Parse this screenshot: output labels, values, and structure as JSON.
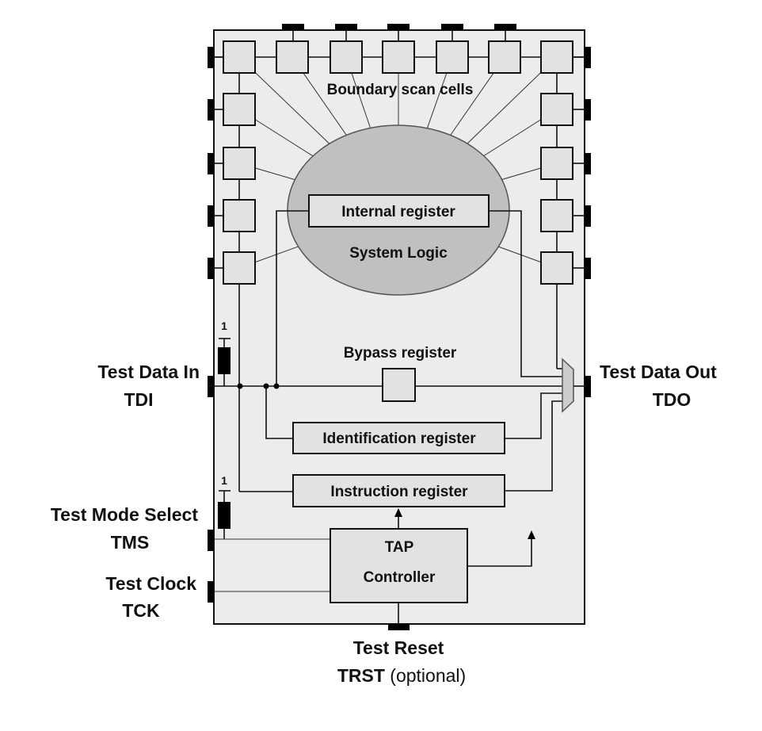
{
  "chip": {
    "boundary_label": "Boundary scan cells",
    "system_logic_label": "System Logic",
    "internal_register_label": "Internal register",
    "bypass_register_label": "Bypass register",
    "identification_register_label": "Identification register",
    "instruction_register_label": "Instruction register",
    "tap_controller_line1": "TAP",
    "tap_controller_line2": "Controller",
    "pullup_tdi_label": "1",
    "pullup_tms_label": "1"
  },
  "pins": {
    "tdi": {
      "name": "Test Data In",
      "abbr": "TDI"
    },
    "tdo": {
      "name": "Test Data Out",
      "abbr": "TDO"
    },
    "tms": {
      "name": "Test Mode Select",
      "abbr": "TMS"
    },
    "tck": {
      "name": "Test Clock",
      "abbr": "TCK"
    },
    "trst": {
      "name": "Test Reset",
      "abbr": "TRST",
      "note": "(optional)"
    }
  },
  "colors": {
    "chip_fill": "#ececec",
    "cell_fill": "#e2e2e2",
    "logic_fill": "#c0c0c0"
  }
}
